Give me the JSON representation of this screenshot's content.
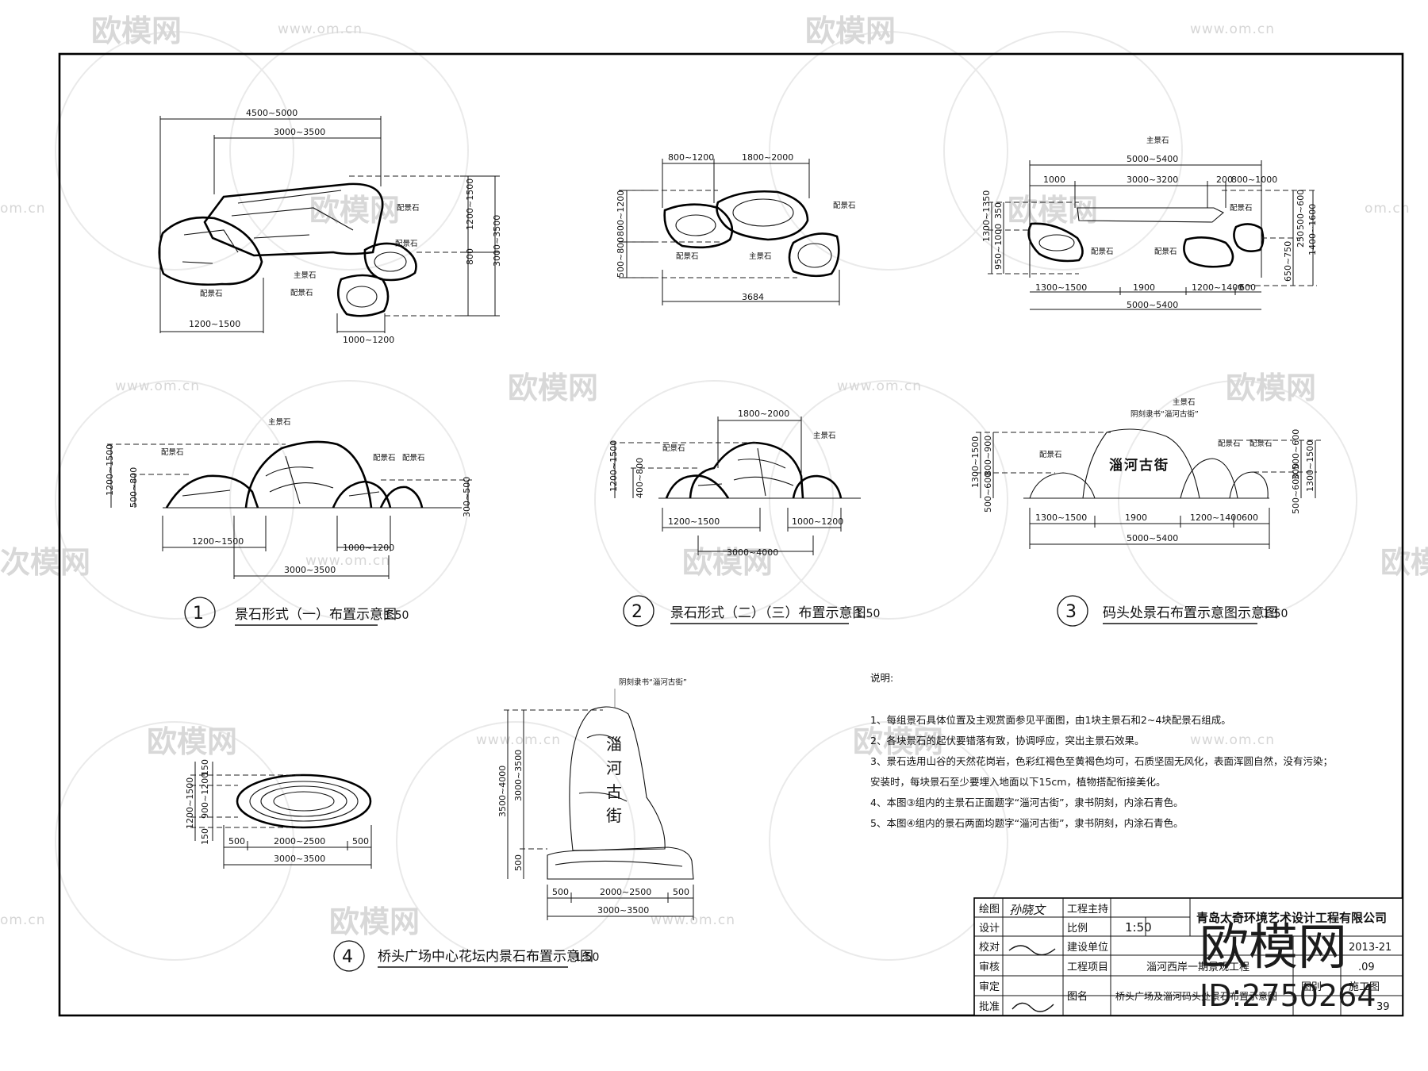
{
  "watermark": {
    "brand": "欧模网",
    "url": "www.om.cn",
    "url_short": "om.cn",
    "brand_partial": "次模网",
    "big_brand": "欧模网",
    "id_text": "ID:2750264"
  },
  "fig1": {
    "plan_dims": [
      "4500~5000",
      "3000~3500",
      "1200~1500",
      "800",
      "3000~3500",
      "1200~1500",
      "1000~1200"
    ],
    "plan_labels": [
      "配景石",
      "主景石",
      "配景石",
      "配景石",
      "配景石"
    ],
    "elev_dims": [
      "1200~1500",
      "500~800",
      "300~500",
      "1200~1500",
      "1000~1200",
      "3000~3500"
    ],
    "elev_labels": [
      "主景石",
      "配景石",
      "配景石",
      "配景石"
    ],
    "number": "1",
    "title": "景石形式（一）布置示意图",
    "scale": "1:50"
  },
  "fig2": {
    "plan_dims": [
      "800~1200",
      "1800~2000",
      "800~1200",
      "500~800",
      "3684"
    ],
    "plan_labels": [
      "配景石",
      "主景石",
      "配景石"
    ],
    "elev_dims": [
      "1800~2000",
      "1200~1500",
      "400~800",
      "1200~1500",
      "1000~1200",
      "3000~4000"
    ],
    "elev_labels": [
      "配景石",
      "主景石"
    ],
    "number": "2",
    "title": "景石形式（二）（三）布置示意图",
    "scale": "1:50"
  },
  "fig3": {
    "plan_dims": [
      "5000~5400",
      "1000",
      "3000~3200",
      "200",
      "800~1000",
      "1300~1350",
      "350",
      "950~1000",
      "500~600",
      "1400~1600",
      "250",
      "650~750",
      "1300~1500",
      "1900",
      "1200~1400",
      "600",
      "5000~5400"
    ],
    "plan_labels": [
      "主景石",
      "配景石",
      "配景石",
      "配景石"
    ],
    "elev_dims": [
      "1300~1500",
      "800~900",
      "500~600",
      "500~600",
      "1300~1500",
      "300",
      "500~600",
      "1300~1500",
      "1900",
      "1200~1400",
      "600",
      "5000~5400"
    ],
    "elev_labels": [
      "主景石",
      "阴刻隶书“淄河古街”",
      "配景石",
      "配景石",
      "配景石"
    ],
    "carved": "淄河古街",
    "number": "3",
    "title": "码头处景石布置示意图示意图",
    "scale": "1:50"
  },
  "fig4": {
    "plan_dims": [
      "150",
      "900~1200",
      "1200~1500",
      "150",
      "500",
      "2000~2500",
      "500",
      "3000~3500"
    ],
    "elev_note": "阴刻隶书“淄河古街”",
    "carved_chars": [
      "淄",
      "河",
      "古",
      "街"
    ],
    "elev_dims": [
      "3500~4000",
      "3000~3500",
      "500",
      "500",
      "2000~2500",
      "500",
      "3000~3500"
    ],
    "number": "4",
    "title": "桥头广场中心花坛内景石布置示意图",
    "scale": "1:50"
  },
  "notes": {
    "heading": "说明:",
    "lines": [
      "1、每组景石具体位置及主观赏面参见平面图，由1块主景石和2~4块配景石组成。",
      "2、各块景石的起伏要错落有致，协调呼应，突出主景石效果。",
      "3、景石选用山谷的天然花岗岩，色彩红褐色至黄褐色均可，石质坚固无风化，表面浑圆自然，没有污染；",
      "安装时，每块景石至少要埋入地面以下15cm，植物搭配衔接美化。",
      "4、本图③组内的主景石正面题字“淄河古街”，隶书阴刻，内涂石青色。",
      "5、本图④组内的景石两面均题字“淄河古街”，隶书阴刻，内涂石青色。"
    ]
  },
  "title_block": {
    "company": "青岛太奇环境艺术设计工程有限公司",
    "rows": [
      "绘图",
      "设计",
      "校对",
      "审核",
      "审定",
      "批准"
    ],
    "signature": "孙晓文",
    "engineer_label": "工程主持",
    "scale_label": "比例",
    "scale_value": "1:50",
    "client_label": "建设单位",
    "project_label": "工程项目",
    "project_value": "淄河西岸一期景观工程",
    "drawing_label": "图名",
    "drawing_value": "桥头广场及淄河码头处景石布置示意图",
    "number_partial": "2013-21",
    "date_partial": ".09",
    "category_label": "图别",
    "category_value": "施工图",
    "sheet_partial": "39"
  }
}
